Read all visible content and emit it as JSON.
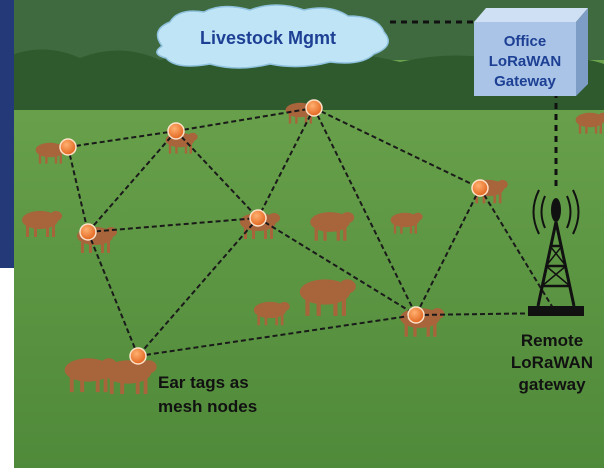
{
  "colors": {
    "sky": "#3f6a3f",
    "treeline": "#2f5a2e",
    "pasture_top": "#6fa64f",
    "pasture_bottom": "#4f8a3a",
    "side_panel": "#243a78",
    "node_fill": "#f07a2a",
    "node_stroke": "#fde2c8",
    "mesh_line": "#1a1a1a",
    "cloud_fill": "#bfe4f6",
    "cloud_text": "#1d3f94",
    "gateway_front": "#a9c4e6",
    "gateway_side": "#7e9dc6",
    "gateway_top": "#cfe0f4",
    "gateway_text": "#1d3f94",
    "tower": "#111111",
    "cow": "#a8643a"
  },
  "cloud": {
    "label": "Livestock Mgmt"
  },
  "office_gateway": {
    "lines": [
      "Office",
      "LoRaWAN",
      "Gateway"
    ]
  },
  "remote_gateway": {
    "lines": [
      "Remote",
      "LoRaWAN",
      "gateway"
    ],
    "icon": "radio-tower-icon"
  },
  "ear_tags": {
    "lines": [
      "Ear tags as",
      "mesh nodes"
    ],
    "icon": "orange-circle-node-icon"
  }
}
